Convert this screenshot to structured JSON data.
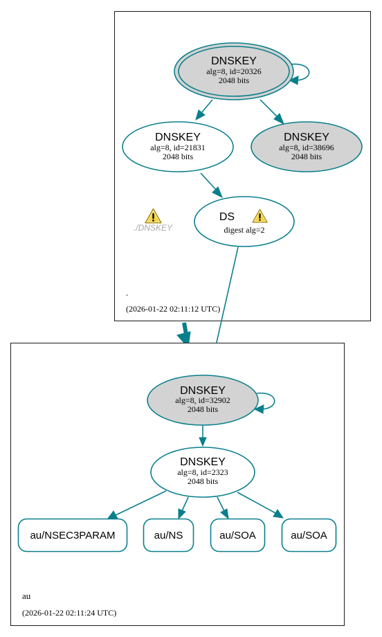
{
  "colors": {
    "edge": "#0a7f8c",
    "node_border": "#0a7f8c",
    "ksk_fill": "#d3d3d3",
    "zsk_fill": "#ffffff",
    "warning_fill": "#f5d547",
    "ghost_text": "#a8a8a8"
  },
  "root_zone": {
    "name": ".",
    "timestamp": "(2026-01-22 02:11:12 UTC)",
    "ksk": {
      "title": "DNSKEY",
      "alg_id": "alg=8, id=20326",
      "bits": "2048 bits"
    },
    "zsk": {
      "title": "DNSKEY",
      "alg_id": "alg=8, id=21831",
      "bits": "2048 bits"
    },
    "standby": {
      "title": "DNSKEY",
      "alg_id": "alg=8, id=38696",
      "bits": "2048 bits"
    },
    "ds": {
      "title": "DS",
      "digest": "digest alg=2",
      "icon": "warning-icon"
    },
    "ghost": {
      "label": "./DNSKEY",
      "icon": "warning-icon"
    }
  },
  "au_zone": {
    "name": "au",
    "timestamp": "(2026-01-22 02:11:24 UTC)",
    "ksk": {
      "title": "DNSKEY",
      "alg_id": "alg=8, id=32902",
      "bits": "2048 bits"
    },
    "zsk": {
      "title": "DNSKEY",
      "alg_id": "alg=8, id=2323",
      "bits": "2048 bits"
    },
    "rrsets": [
      {
        "label": "au/NSEC3PARAM"
      },
      {
        "label": "au/NS"
      },
      {
        "label": "au/SOA"
      },
      {
        "label": "au/SOA"
      }
    ]
  }
}
